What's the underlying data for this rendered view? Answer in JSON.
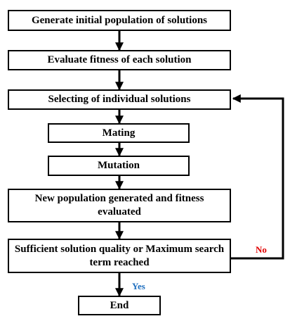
{
  "nodes": {
    "generate": "Generate initial population of solutions",
    "evaluate": "Evaluate fitness of each solution",
    "select": "Selecting of individual solutions",
    "mating": "Mating",
    "mutation": "Mutation",
    "new_population": "New population generated and fitness evaluated",
    "check": "Sufficient solution quality or Maximum search term reached",
    "end": "End"
  },
  "edge_labels": {
    "no": "No",
    "yes": "Yes"
  },
  "colors": {
    "box_border": "#000000",
    "arrow": "#000000",
    "no_label": "#e00000",
    "yes_label": "#1f6fbf"
  }
}
